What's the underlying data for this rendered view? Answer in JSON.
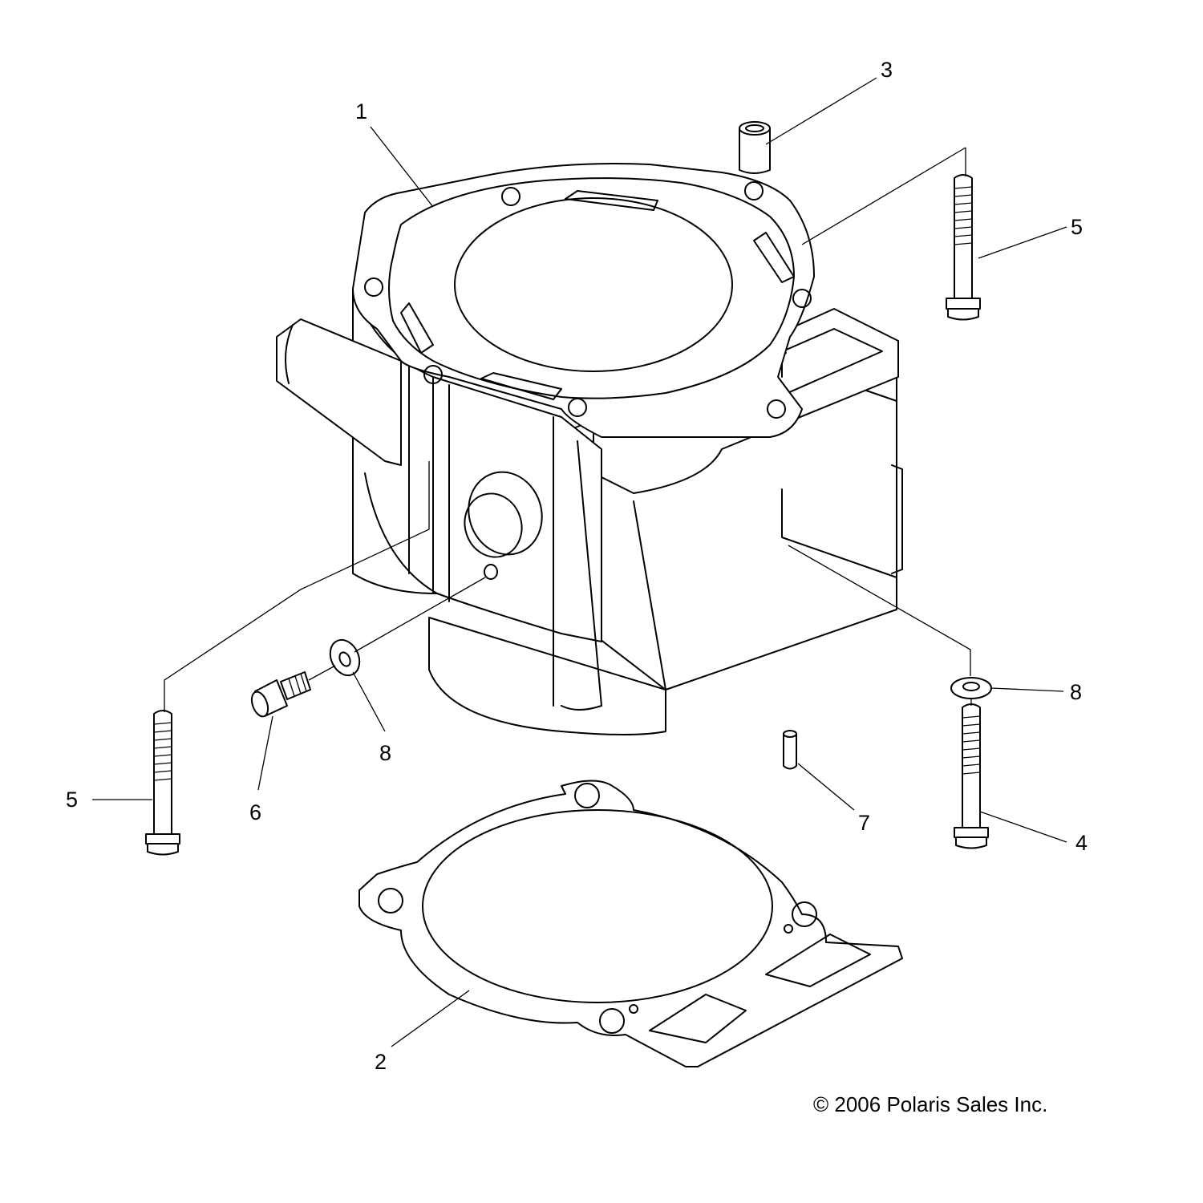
{
  "callouts": {
    "c1": "1",
    "c2": "2",
    "c3": "3",
    "c4": "4",
    "c5_top": "5",
    "c5_left": "5",
    "c6": "6",
    "c7": "7",
    "c8_right": "8",
    "c8_left": "8"
  },
  "copyright": "© 2006 Polaris Sales Inc."
}
